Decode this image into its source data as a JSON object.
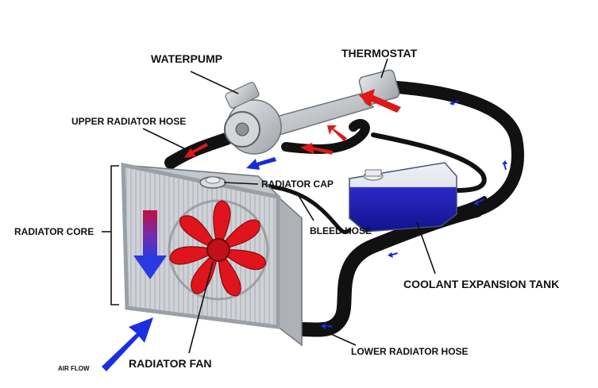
{
  "labels": {
    "waterpump": "WATERPUMP",
    "thermostat": "THERMOSTAT",
    "upper_radiator_hose": "UPPER RADIATOR HOSE",
    "radiator_cap": "RADIATOR CAP",
    "radiator_core": "RADIATOR CORE",
    "bleed_hose": "BLEED HOSE",
    "coolant_expansion_tank": "COOLANT EXPANSION TANK",
    "lower_radiator_hose": "LOWER RADIATOR HOSE",
    "radiator_fan": "RADIATOR FAN",
    "air_flow": "AIR FLOW"
  },
  "colors": {
    "hose": "#111111",
    "radiator_frame": "#c9ccd0",
    "fan": "#e0141c",
    "tank": "#1a1aa8",
    "flow_arrow_hot": "#e01818",
    "flow_arrow_cold": "#1a2ad8",
    "air_arrow": "#1c2fe0",
    "pump_metal": "#bfc3c7"
  },
  "icons": {
    "flow_hot": "red-arrow-icon",
    "flow_cold": "blue-arrow-icon",
    "air": "air-flow-arrow-icon"
  }
}
